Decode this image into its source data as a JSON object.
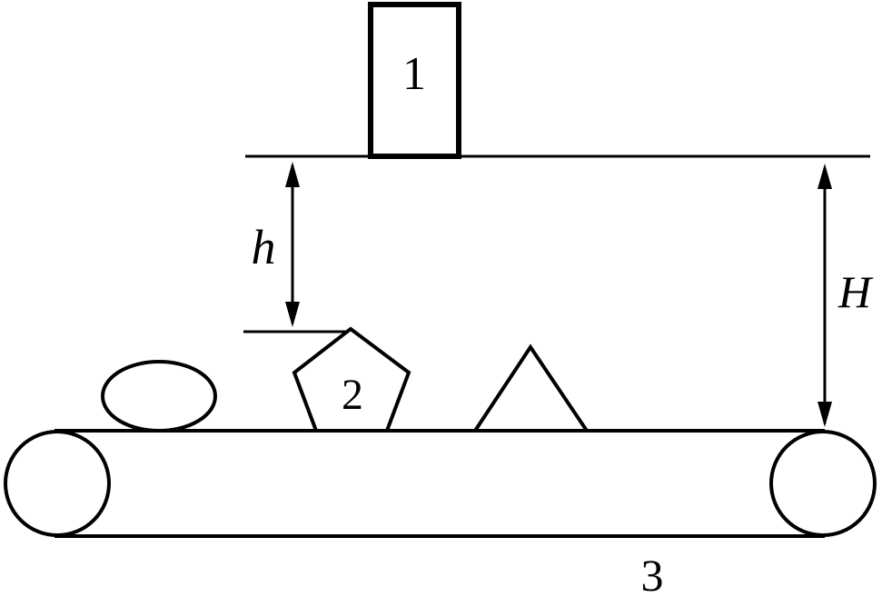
{
  "diagram": {
    "block1_label": "1",
    "object2_label": "2",
    "belt_label": "3",
    "height_small_label": "h",
    "height_large_label": "H"
  }
}
